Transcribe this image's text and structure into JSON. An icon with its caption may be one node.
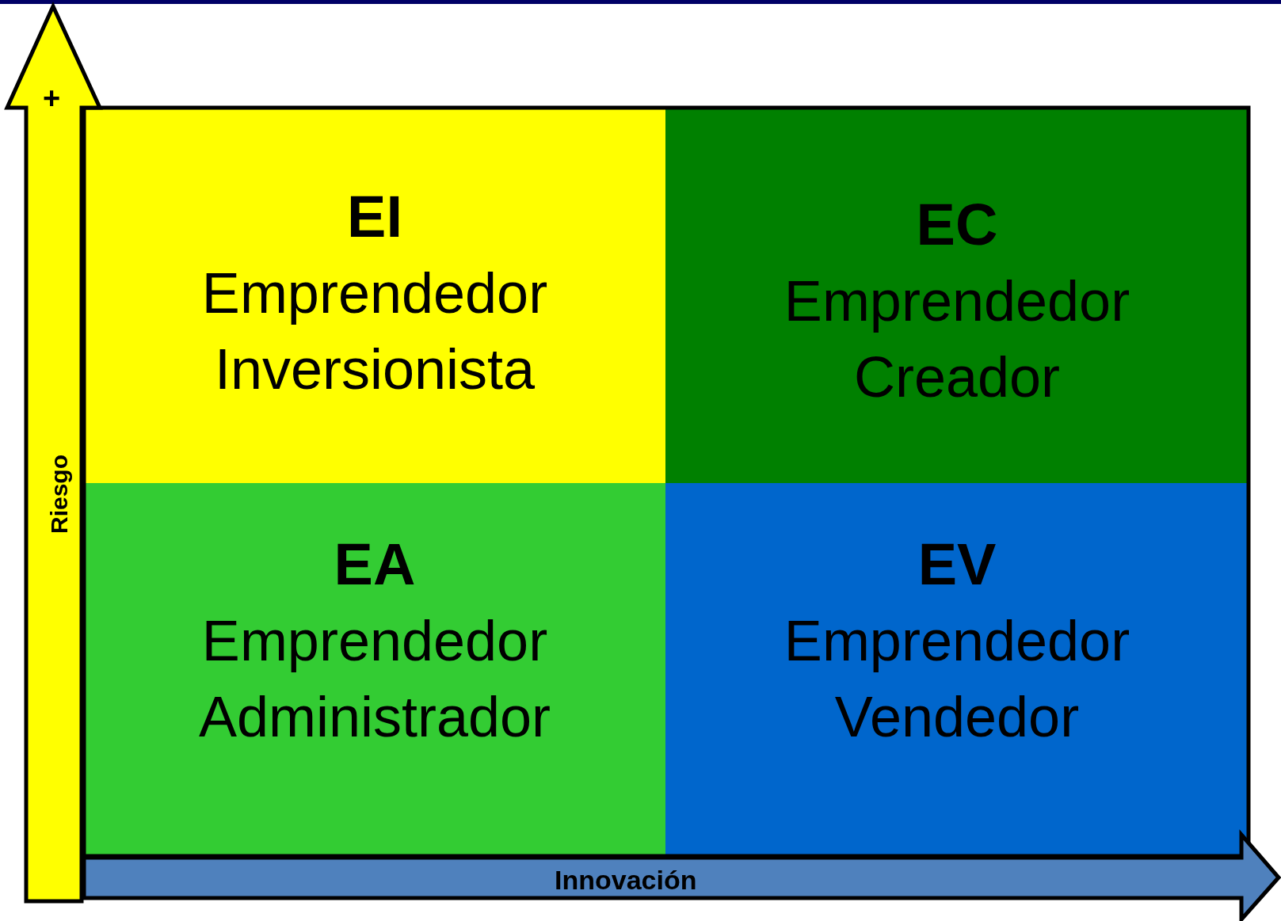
{
  "diagram": {
    "nodes": [
      {
        "text": [
          "EI",
          "Emprendedor Inversionista"
        ]
      },
      {
        "text": [
          "EC",
          "Emprendedor Creador"
        ]
      },
      {
        "text": [
          "EA",
          "Emprendedor Administrador"
        ]
      },
      {
        "text": [
          "EV",
          "Emprendedor Vendedor"
        ]
      }
    ],
    "labels": [
      "+",
      "Riesgo",
      "Innovación"
    ]
  }
}
